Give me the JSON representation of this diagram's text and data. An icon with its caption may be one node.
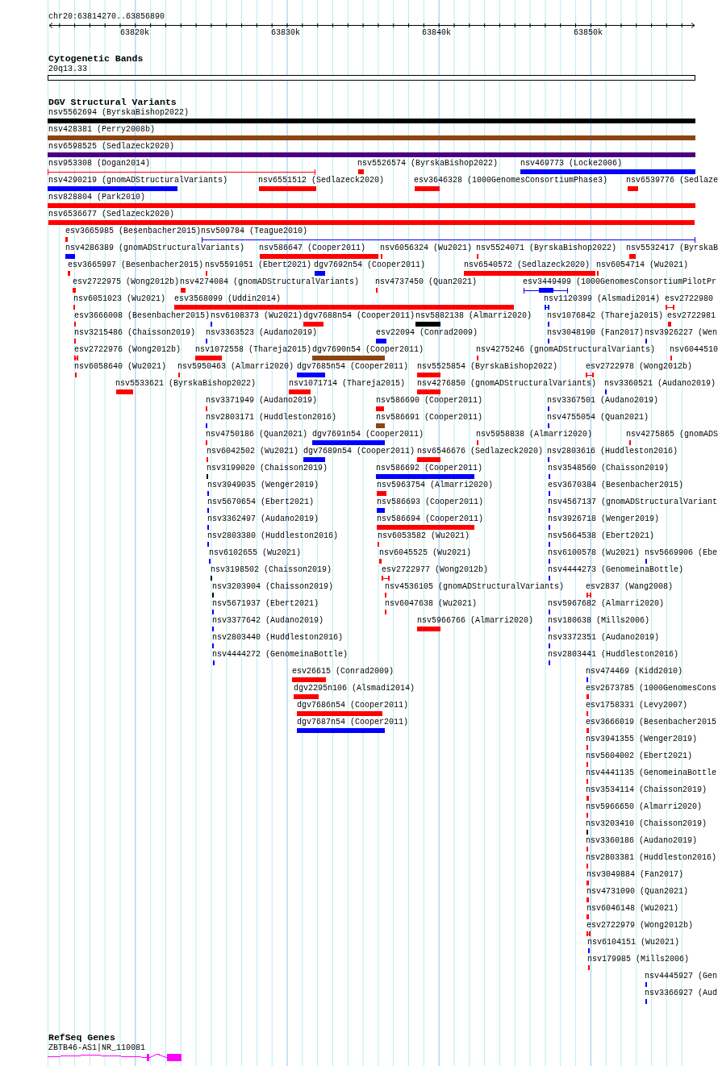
{
  "diagram": {
    "labels": [
      "chr20:63814270..63856890",
      "63820k",
      "63830k",
      "63840k",
      "63850k",
      "Cytogenetic Bands",
      "20q13.33",
      "DGV Structural Variants",
      "nsv5562694 (ByrskaBishop2022)",
      "nsv428381 (Perry2008b)",
      "nsv6598525 (Sedlazeck2020)",
      "nsv953308 (Dogan2014)",
      "nsv5526574 (ByrskaBishop2022)",
      "nsv469773 (Locke2006)",
      "nsv4290219 (gnomADStructuralVariants)",
      "nsv6551512 (Sedlazeck2020)",
      "esv3646328 (1000GenomesConsortiumPhase3)",
      "nsv6539776 (Sedlaze",
      "nsv828804 (Park2010)",
      "nsv6536677 (Sedlazeck2020)",
      "esv3665985 (Besenbacher2015)",
      "nsv509784 (Teague2010)",
      "nsv4286389 (gnomADStructuralVariants)",
      "nsv586647 (Cooper2011)",
      "nsv6056324 (Wu2021)",
      "nsv5524071 (ByrskaBishop2022)",
      "nsv5532417 (ByrskaB",
      "esv3665997 (Besenbacher2015)",
      "nsv5591051 (Ebert2021)",
      "dgv7692n54 (Cooper2011)",
      "nsv6540572 (Sedlazeck2020)",
      "nsv6054714 (Wu2021)",
      "esv2722975 (Wong2012b)",
      "nsv4274084 (gnomADStructuralVariants)",
      "nsv4737450 (Quan2021)",
      "esv3449499 (1000GenomesConsortiumPilotPr",
      "nsv6051023 (Wu2021)",
      "esv3568099 (Uddin2014)",
      "nsv1120399 (Alsmadi2014)",
      "esv2722980",
      "esv3666008 (Besenbacher2015)",
      "nsv6108373 (Wu2021)",
      "dgv7688n54 (Cooper2011)",
      "nsv5882138 (Almarri2020)",
      "nsv1076842 (Thareja2015)",
      "esv2722981",
      "nsv3215486 (Chaisson2019)",
      "nsv3363523 (Audano2019)",
      "esv22094 (Conrad2009)",
      "nsv3048190 (Fan2017)",
      "nsv3926227 (Wen",
      "esv2722976 (Wong2012b)",
      "nsv1072558 (Thareja2015)",
      "dgv7690n54 (Cooper2011)",
      "nsv4275246 (gnomADStructuralVariants)",
      "nsv6044510",
      "nsv6058640 (Wu2021)",
      "nsv5950463 (Almarri2020)",
      "dgv7685n54 (Cooper2011)",
      "nsv5525854 (ByrskaBishop2022)",
      "esv2722978 (Wong2012b)",
      "nsv5533621 (ByrskaBishop2022)",
      "nsv1071714 (Thareja2015)",
      "nsv4276850 (gnomADStructuralVariants)",
      "nsv3360521 (Audano2019)",
      "nsv3371949 (Audano2019)",
      "nsv586690 (Cooper2011)",
      "nsv3367501 (Audano2019)",
      "nsv2803171 (Huddleston2016)",
      "nsv586691 (Cooper2011)",
      "nsv4755054 (Quan2021)",
      "nsv4750186 (Quan2021)",
      "dgv7691n54 (Cooper2011)",
      "nsv5958838 (Almarri2020)",
      "nsv4275865 (gnomADS",
      "nsv6042502 (Wu2021)",
      "dgv7689n54 (Cooper2011)",
      "nsv6546676 (Sedlazeck2020)",
      "nsv2803616 (Huddleston2016)",
      "nsv3199020 (Chaisson2019)",
      "nsv586692 (Cooper2011)",
      "nsv3548560 (Chaisson2019)",
      "nsv3949035 (Wenger2019)",
      "nsv5963754 (Almarri2020)",
      "esv3670384 (Besenbacher2015)",
      "nsv5670654 (Ebert2021)",
      "nsv586693 (Cooper2011)",
      "nsv4567137 (gnomADStructuralVariant",
      "nsv3362497 (Audano2019)",
      "nsv586694 (Cooper2011)",
      "nsv3926718 (Wenger2019)",
      "nsv2803380 (Huddleston2016)",
      "nsv6053582 (Wu2021)",
      "nsv5664538 (Ebert2021)",
      "nsv6102655 (Wu2021)",
      "nsv6045525 (Wu2021)",
      "nsv6100578 (Wu2021)",
      "nsv5669906 (Ebe",
      "nsv3198502 (Chaisson2019)",
      "esv2722977 (Wong2012b)",
      "nsv4444273 (GenomeinaBottle)",
      "nsv3203904 (Chaisson2019)",
      "nsv4536105 (gnomADStructuralVariants)",
      "esv2837 (Wang2008)",
      "nsv5671937 (Ebert2021)",
      "nsv6047638 (Wu2021)",
      "nsv5967682 (Almarri2020)",
      "nsv3377642 (Audano2019)",
      "nsv5966766 (Almarri2020)",
      "nsv180638 (Mills2006)",
      "nsv2803440 (Huddleston2016)",
      "nsv3372351 (Audano2019)",
      "nsv4444272 (GenomeinaBottle)",
      "nsv2803441 (Huddleston2016)",
      "esv26615 (Conrad2009)",
      "nsv474469 (Kidd2010)",
      "dgv2295n106 (Alsmadi2014)",
      "esv2673785 (1000GenomesCons",
      "dgv7686n54 (Cooper2011)",
      "esv1758331 (Levy2007)",
      "dgv7687n54 (Cooper2011)",
      "esv3666019 (Besenbacher2015",
      "nsv3941355 (Wenger2019)",
      "nsv5604002 (Ebert2021)",
      "nsv4441135 (GenomeinaBottle",
      "nsv3534114 (Chaisson2019)",
      "nsv5966650 (Almarri2020)",
      "nsv3203410 (Chaisson2019)",
      "nsv3360186 (Audano2019)",
      "nsv2803381 (Huddleston2016)",
      "nsv3049884 (Fan2017)",
      "nsv4731090 (Quan2021)",
      "nsv6046148 (Wu2021)",
      "esv2722979 (Wong2012b)",
      "nsv6104151 (Wu2021)",
      "nsv179985 (Mills2006)",
      "nsv4445927 (Gen",
      "nsv3366927 (Aud",
      "RefSeq Genes",
      "ZBTB46-AS1|NR_110081"
    ]
  }
}
